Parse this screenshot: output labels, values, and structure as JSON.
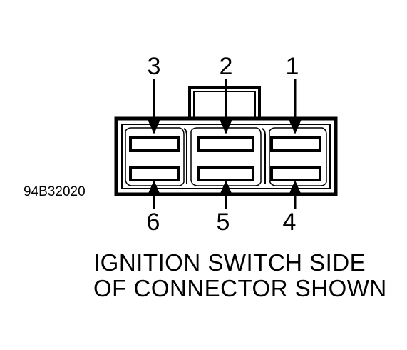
{
  "figure_code": "94B32020",
  "caption": {
    "line1": "IGNITION SWITCH SIDE",
    "line2": "OF CONNECTOR SHOWN"
  },
  "pins": {
    "top": [
      "3",
      "2",
      "1"
    ],
    "bottom": [
      "6",
      "5",
      "4"
    ]
  },
  "colors": {
    "ink": "#000000",
    "background": "#ffffff"
  }
}
